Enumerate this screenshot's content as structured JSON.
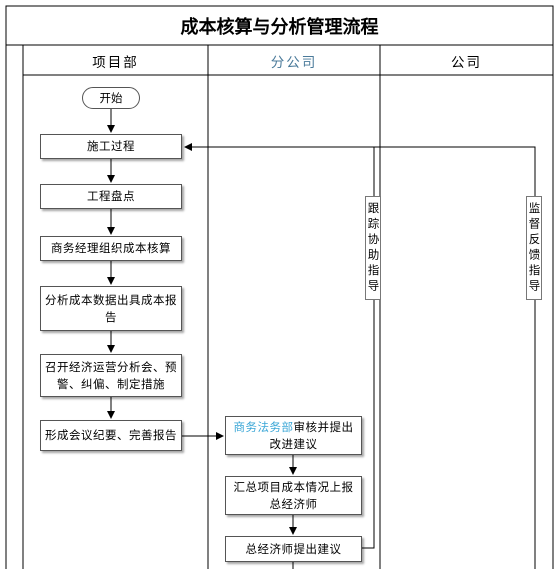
{
  "title": "成本核算与分析管理流程",
  "lanes": [
    "项目部",
    "分公司",
    "公司"
  ],
  "start": "开始",
  "steps": {
    "s1": "施工过程",
    "s2": "工程盘点",
    "s3": "商务经理组织成本核算",
    "s4": "分析成本数据出具成本报告",
    "s5": "召开经济运营分析会、预警、纠偏、制定措施",
    "s6": "形成会议纪要、完善报告",
    "b1_highlight": "商务法务部",
    "b1_rest": "审核并提出改进建议",
    "b2": "汇总项目成本情况上报总经济师",
    "b3": "总经济师提出建议"
  },
  "feedback_labels": {
    "branch": "跟踪协助指导",
    "company": "监督反馈指导"
  }
}
